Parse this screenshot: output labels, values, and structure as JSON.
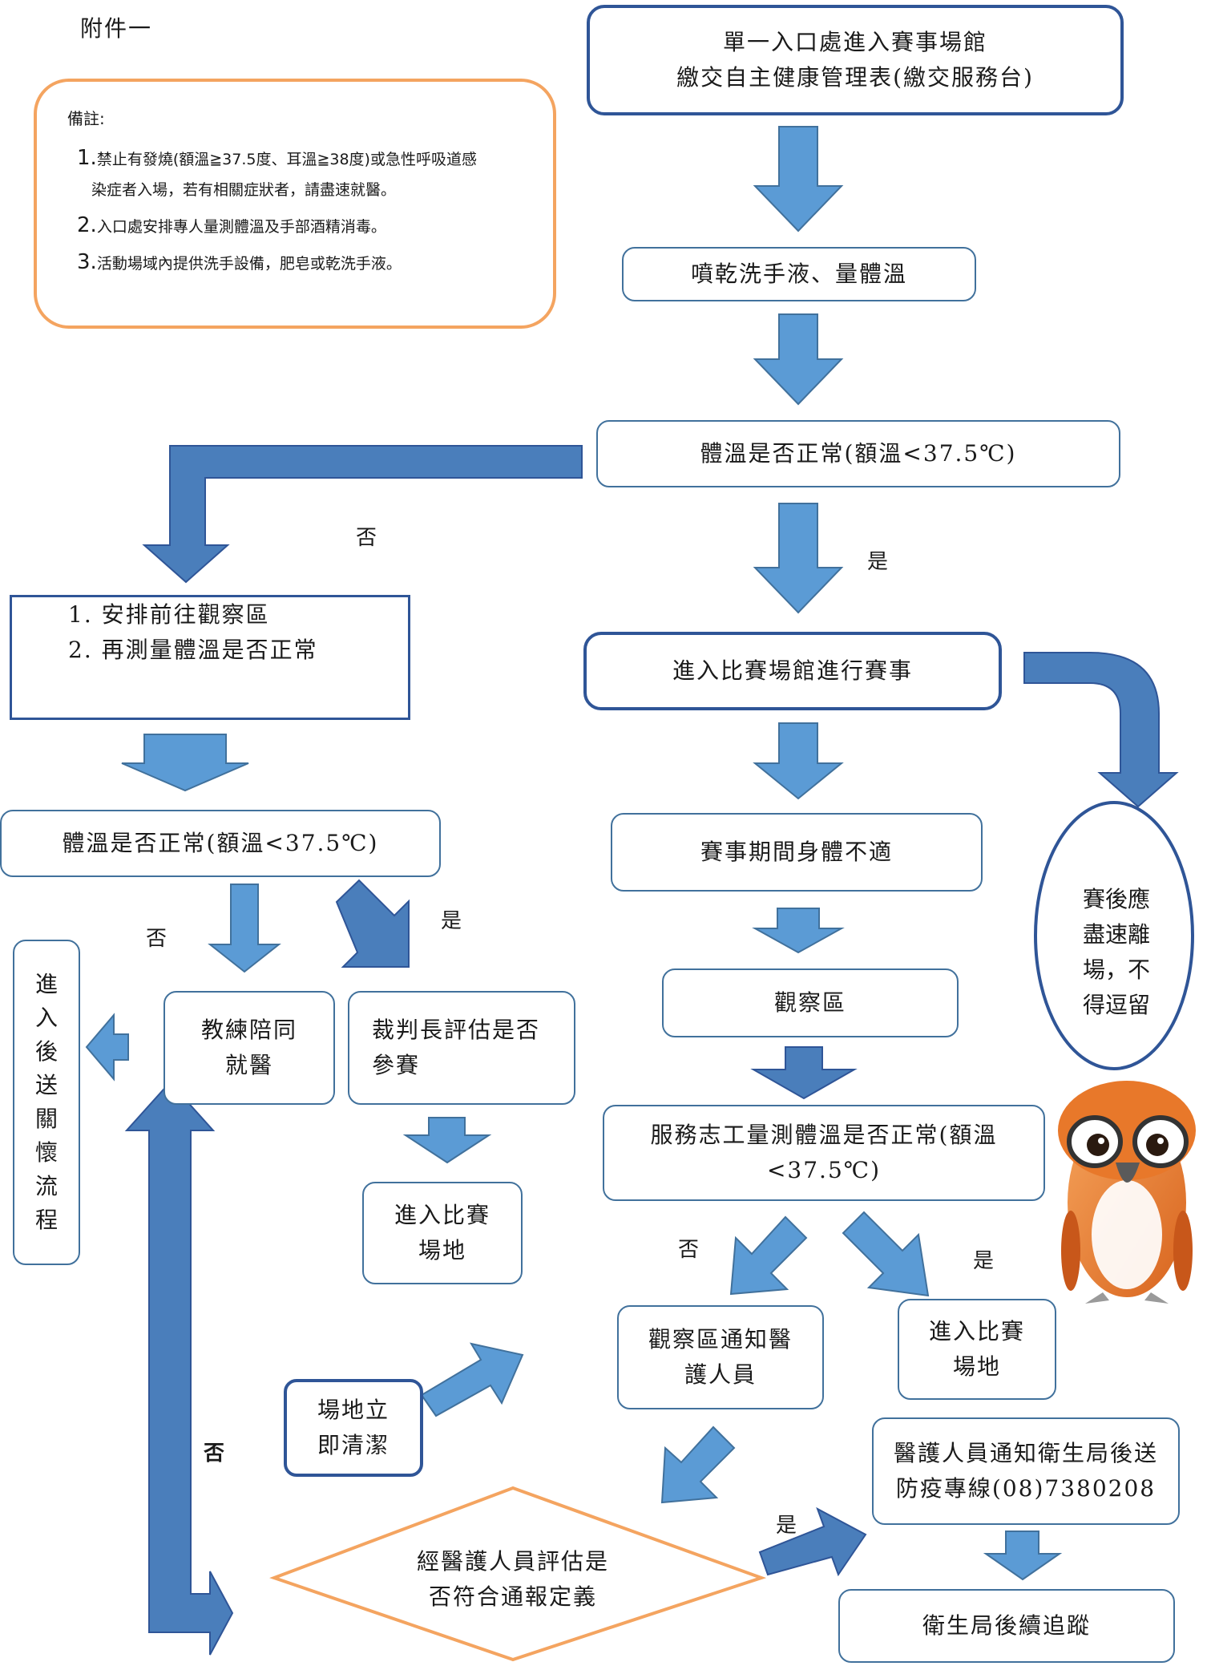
{
  "header": {
    "attachment": "附件一"
  },
  "notes": {
    "title": "備註:",
    "items": [
      {
        "num": "1.",
        "text": "禁止有發燒(額溫≧37.5度、耳溫≧38度)或急性呼吸道感",
        "text2": "染症者入場，若有相關症狀者，請盡速就醫。"
      },
      {
        "num": "2.",
        "text": "入口處安排專人量測體溫及手部酒精消毒。"
      },
      {
        "num": "3.",
        "text": "活動場域內提供洗手設備，肥皂或乾洗手液。"
      }
    ]
  },
  "flow": {
    "entry": {
      "line1": "單一入口處進入賽事場館",
      "line2": "繳交自主健康管理表(繳交服務台)"
    },
    "sanitize": "噴乾洗手液、量體溫",
    "temp_check_1": "體溫是否正常(額溫<37.5℃)",
    "label_no_1": "否",
    "label_yes_1": "是",
    "observe_steps": {
      "line1": "1.  安排前往觀察區",
      "line2": "2.  再測量體溫是否正常"
    },
    "enter_venue": "進入比賽場館進行賽事",
    "temp_check_2": "體溫是否正常(額溫<37.5℃)",
    "label_no_2": "否",
    "label_yes_2": "是",
    "coach_accompany": {
      "line1": "教練陪同",
      "line2": "就醫"
    },
    "referee_assess": {
      "line1": "裁判長評估是否",
      "line2": "參賽"
    },
    "enter_field_1": {
      "line1": "進入比賽",
      "line2": "場地"
    },
    "care_process": "進入後送關懷流程",
    "leave_after": "賽後應盡速離場，不得逗留",
    "unwell": "賽事期間身體不適",
    "observe_area": "觀察區",
    "volunteer_check": {
      "line1": "服務志工量測體溫是否正常(額溫",
      "line2": "<37.5℃)"
    },
    "label_no_3": "否",
    "label_yes_3": "是",
    "notify_medical": {
      "line1": "觀察區通知醫",
      "line2": "護人員"
    },
    "enter_field_2": {
      "line1": "進入比賽",
      "line2": "場地"
    },
    "clean_site": {
      "line1": "場地立",
      "line2": "即清潔"
    },
    "label_no_4": "否",
    "label_yes_4": "是",
    "medical_eval": {
      "line1": "經醫護人員評估是",
      "line2": "否符合通報定義"
    },
    "health_bureau": {
      "line1": "醫護人員通知衛生局後送",
      "line2": "防疫專線(08)7380208"
    },
    "follow_up": "衛生局後續追蹤"
  },
  "colors": {
    "arrow": "#5B9BD5",
    "arrow_dark": "#4A7EBB",
    "border_dark": "#2F5597",
    "note_border": "#F4A460",
    "diamond": "#F4A460",
    "mascot_orange": "#E8782A"
  },
  "icons": {
    "mascot": "owl-mascot-icon"
  }
}
